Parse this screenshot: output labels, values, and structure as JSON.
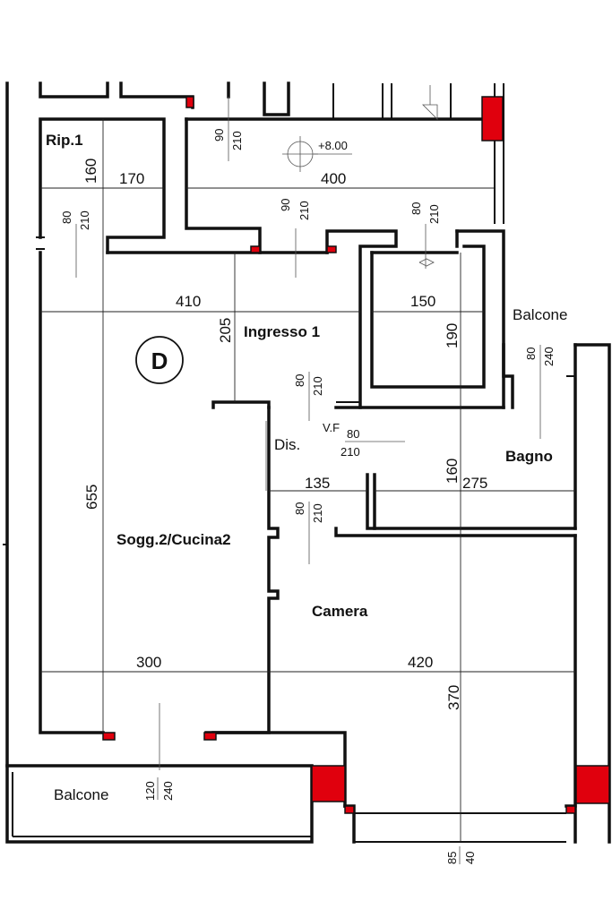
{
  "plan": {
    "unit_letter": "D",
    "level_mark": "+8.00",
    "colors": {
      "wall": "#111111",
      "pillar": "#e0000d",
      "background": "#ffffff"
    },
    "rooms": {
      "rip": "Rip.1",
      "ingresso": "Ingresso 1",
      "balcone_right": "Balcone",
      "bagno": "Bagno",
      "dis": "Dis.",
      "vf": "V.F",
      "soggiorno": "Sogg.2/Cucina2",
      "camera": "Camera",
      "balcone_bottom": "Balcone"
    },
    "dimensions": {
      "rip_160": "160",
      "rip_170": "170",
      "top_400": "400",
      "d410": "410",
      "d205": "205",
      "d150": "150",
      "d190": "190",
      "d655": "655",
      "d135": "135",
      "d160b": "160",
      "d275": "275",
      "d300": "300",
      "d420": "420",
      "d370": "370"
    },
    "doors": {
      "top_hall_a": "90",
      "top_hall_b": "210",
      "corr_a": "90",
      "corr_b": "210",
      "rip_a": "80",
      "rip_b": "210",
      "closet_a": "80",
      "closet_b": "210",
      "balc_a": "80",
      "balc_b": "240",
      "ing_a": "80",
      "ing_b": "210",
      "dis_a": "80",
      "dis_b": "210",
      "cam_a": "80",
      "cam_b": "210",
      "sogg_win_a": "120",
      "sogg_win_b": "240",
      "cam_win_a": "85",
      "cam_win_b": "40"
    }
  }
}
